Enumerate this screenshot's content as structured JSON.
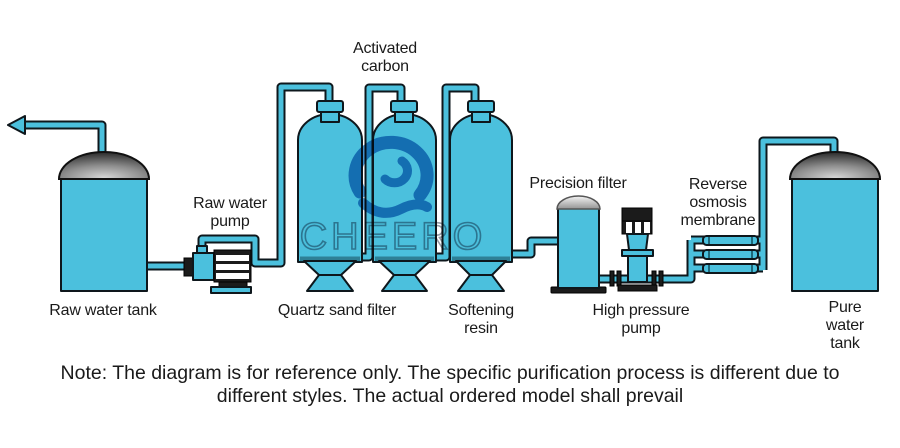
{
  "labels": {
    "raw_water_tank": "Raw water tank",
    "raw_water_pump": "Raw water\npump",
    "quartz_sand_filter": "Quartz sand filter",
    "activated_carbon": "Activated\ncarbon",
    "softening_resin": "Softening\nresin",
    "precision_filter": "Precision filter",
    "high_pressure_pump": "High pressure\npump",
    "reverse_osmosis_membrane": "Reverse\nosmosis\nmembrane",
    "pure_water_tank": "Pure water\ntank"
  },
  "watermark": {
    "brand": "CHEERO"
  },
  "note": {
    "text": "Note: The diagram is for reference only. The specific purification process is different due to\ndifferent styles. The actual ordered model shall prevail"
  },
  "colors": {
    "background": "#ffffff",
    "equipment_fill": "#4bc0dd",
    "outline": "#0e171c",
    "machine_dark": "#1b1b1b",
    "logo_blue": "#2e86c8",
    "watermark_gray": "#8a919c",
    "text": "#1a1a1a"
  }
}
